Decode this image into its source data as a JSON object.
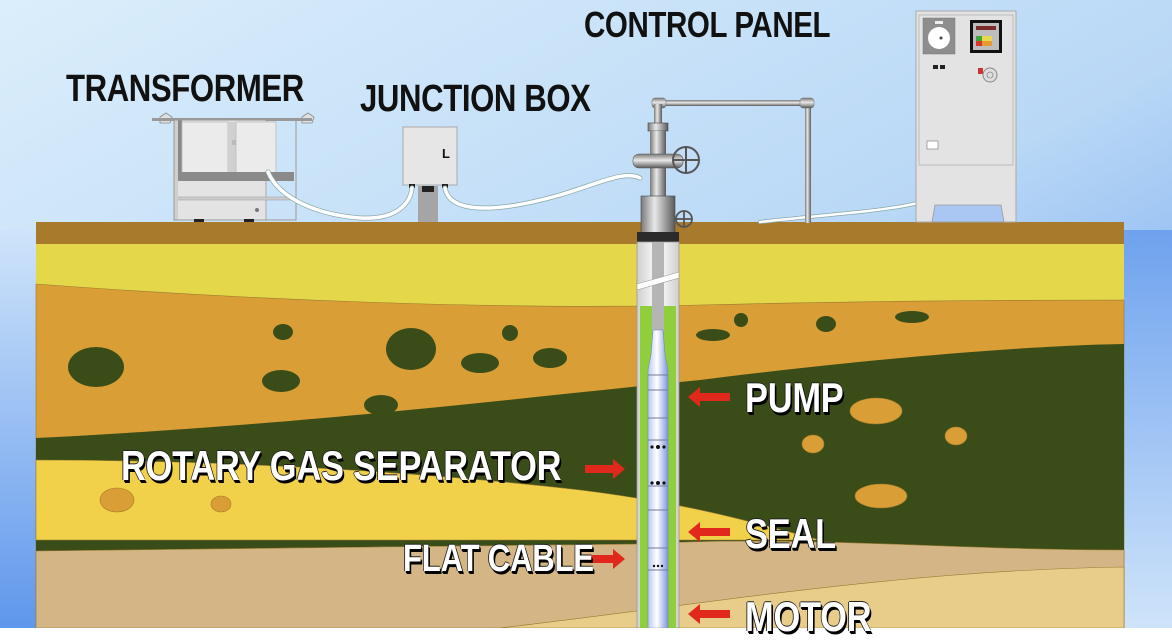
{
  "diagram": {
    "title": "Electric Submersible Pump (ESP) Installation",
    "surface_labels": {
      "transformer": "TRANSFORMER",
      "junction_box": "JUNCTION BOX",
      "control_panel": "CONTROL PANEL"
    },
    "downhole_labels": {
      "pump": "PUMP",
      "rotary_gas_separator": "ROTARY GAS SEPARATOR",
      "seal": "SEAL",
      "flat_cable": "FLAT CABLE",
      "motor": "MOTOR"
    },
    "junction_box_mark": "L",
    "colors": {
      "sky_light": "#d4e8f9",
      "sky_dark": "#6ea2ee",
      "topsoil": "#a87a2c",
      "layer_yellow": "#e4d84a",
      "layer_orange": "#d99e35",
      "layer_green": "#3a4d19",
      "layer_gold": "#f2d14a",
      "layer_tan": "#d4b585",
      "layer_sand": "#e8cd8a",
      "well_fluid": "#8fcf3c",
      "arrow_red": "#e0281c",
      "equipment_gray": "#e3e3e3"
    }
  }
}
